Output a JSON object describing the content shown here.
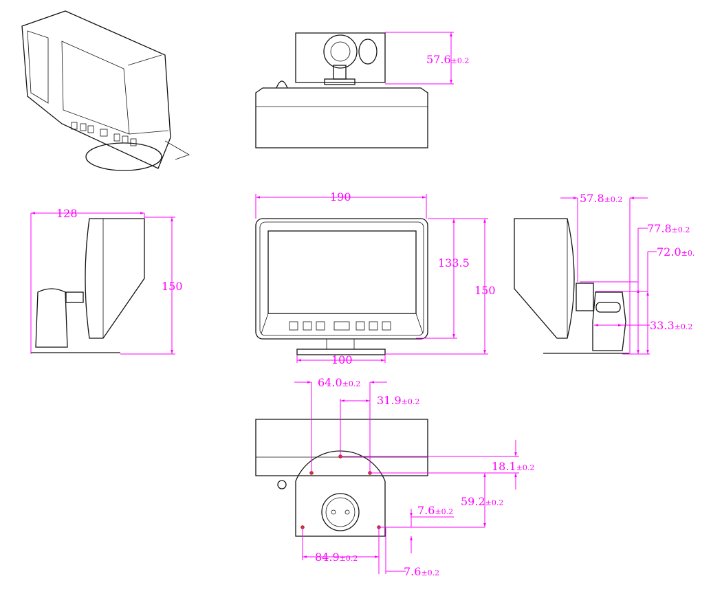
{
  "colors": {
    "dimension": "#ff00ff",
    "outline": "#111111",
    "hole": "#c0392b"
  },
  "views": [
    "isometric-view",
    "top-view",
    "left-side-view",
    "front-view",
    "right-side-view",
    "bottom-view"
  ],
  "dimensions": {
    "top_bracket_height": {
      "value": "57.6",
      "tol": "±0.2"
    },
    "left_depth": {
      "value": "128"
    },
    "left_height": {
      "value": "150"
    },
    "front_width": {
      "value": "190"
    },
    "front_screen_height": {
      "value": "133.5"
    },
    "front_height": {
      "value": "150"
    },
    "front_stand_width": {
      "value": "100"
    },
    "right_57_8": {
      "value": "57.8",
      "tol": "±0.2"
    },
    "right_77_8": {
      "value": "77.8",
      "tol": "±0.2"
    },
    "right_72_0": {
      "value": "72.0",
      "tol": "±0."
    },
    "right_33_3": {
      "value": "33.3",
      "tol": "±0.2"
    },
    "bottom_64_0": {
      "value": "64.0",
      "tol": "±0.2"
    },
    "bottom_31_9": {
      "value": "31.9",
      "tol": "±0.2"
    },
    "bottom_18_1": {
      "value": "18.1",
      "tol": "±0.2"
    },
    "bottom_59_2": {
      "value": "59.2",
      "tol": "±0.2"
    },
    "bottom_7_6_a": {
      "value": "7.6",
      "tol": "±0.2"
    },
    "bottom_84_9": {
      "value": "84.9",
      "tol": "±0.2"
    },
    "bottom_7_6_b": {
      "value": "7.6",
      "tol": "±0.2"
    }
  }
}
